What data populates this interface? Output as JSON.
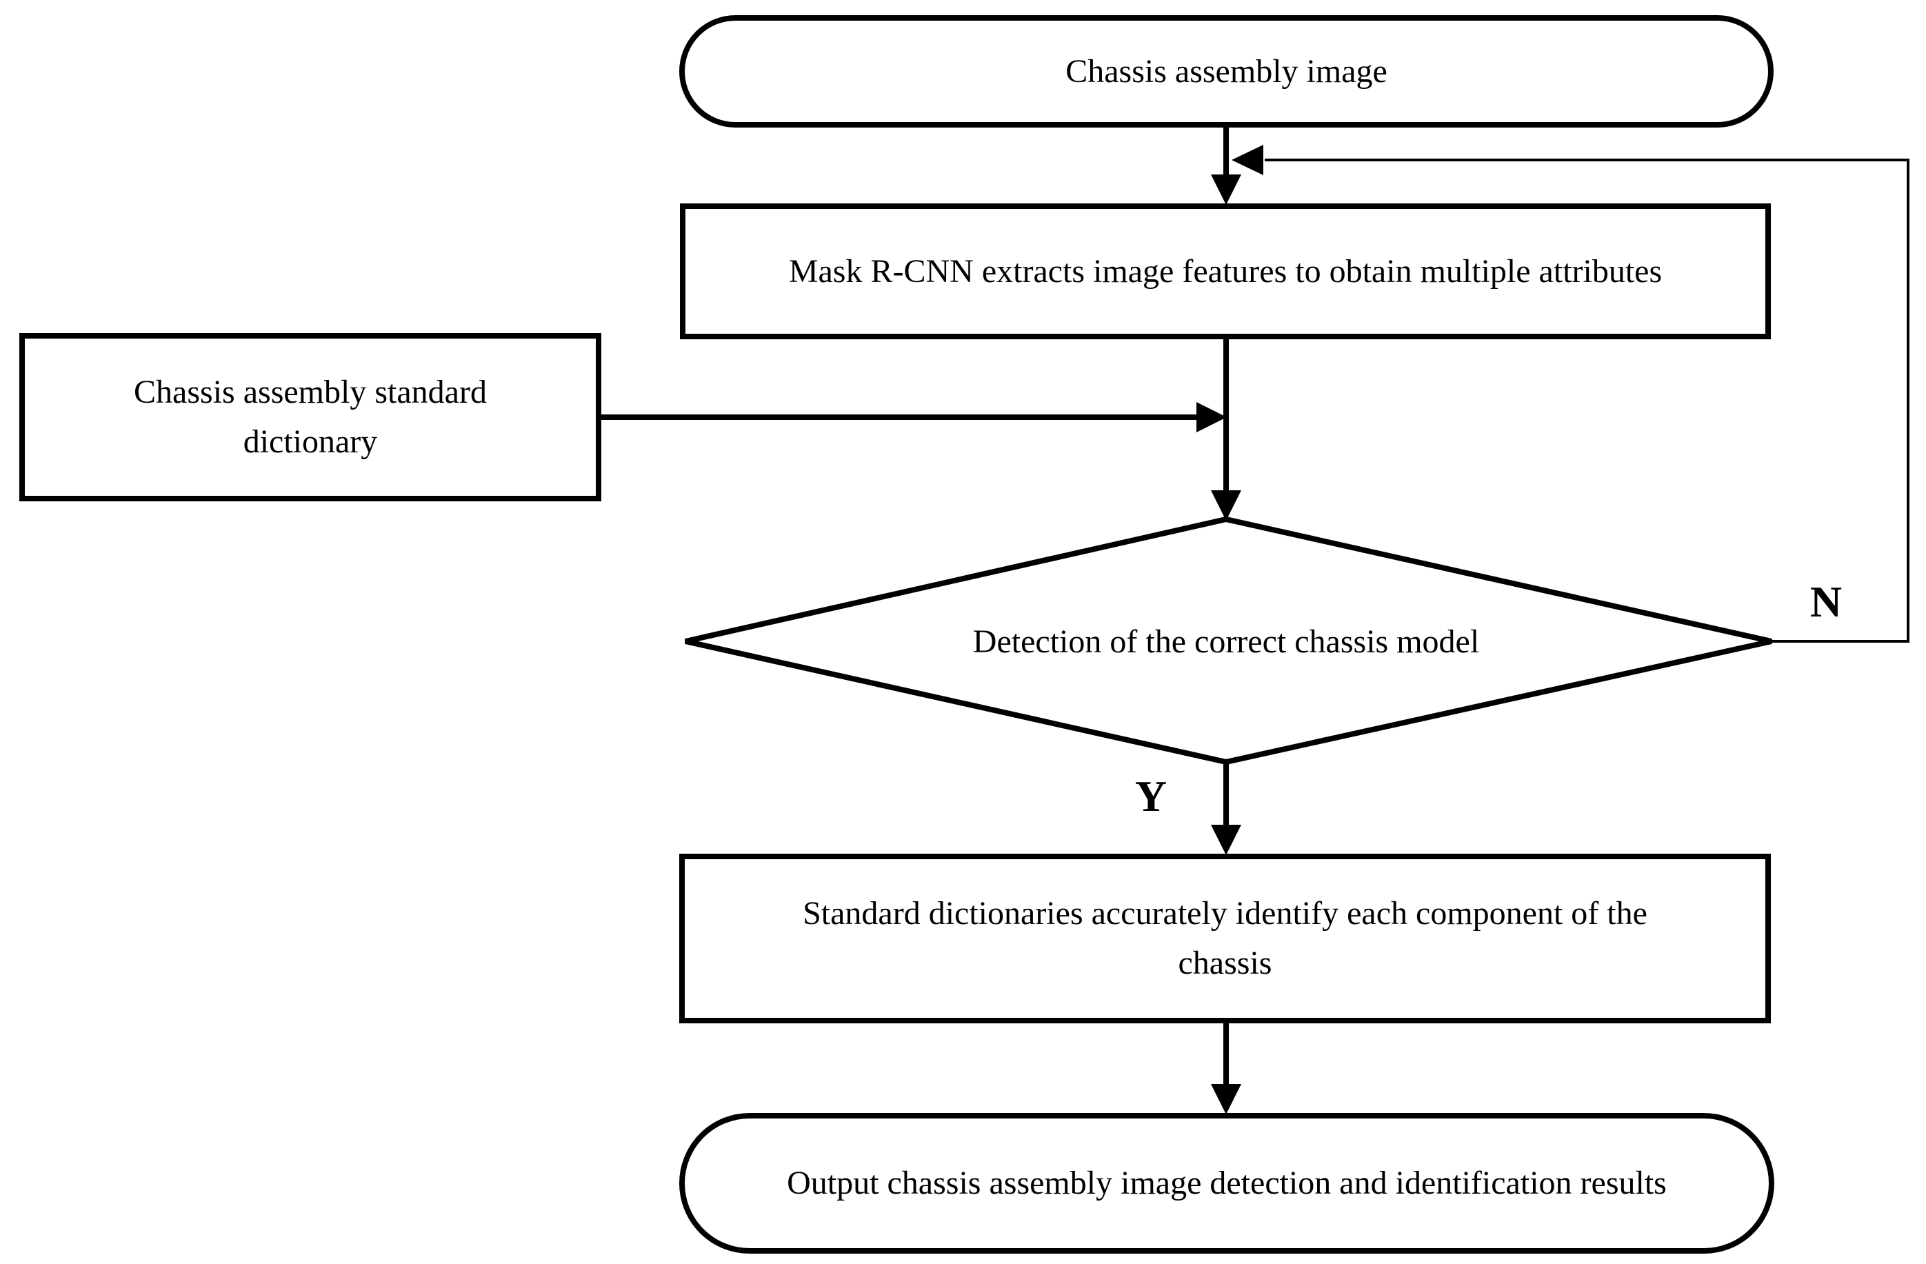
{
  "figure": {
    "colors": {
      "stroke": "#000000",
      "background": "#ffffff"
    },
    "nodes": {
      "start": {
        "type": "terminator",
        "label": "Chassis assembly image"
      },
      "extract": {
        "type": "process",
        "label": "Mask R-CNN extracts image features to obtain multiple attributes"
      },
      "dictionary": {
        "type": "process",
        "lines": [
          "Chassis assembly standard",
          "dictionary"
        ]
      },
      "decision": {
        "type": "decision",
        "label": "Detection of the correct chassis model"
      },
      "identify": {
        "type": "process",
        "lines": [
          "Standard dictionaries accurately identify each component of the",
          "chassis"
        ]
      },
      "output": {
        "type": "terminator",
        "label": "Output chassis assembly image detection and identification results"
      }
    },
    "branch_labels": {
      "yes": "Y",
      "no": "N"
    }
  }
}
